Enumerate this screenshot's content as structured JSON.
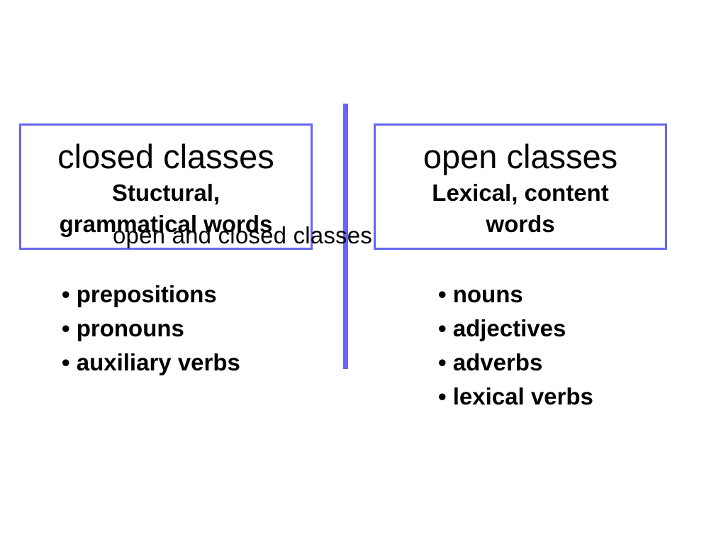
{
  "slide": {
    "title": "open and closed classes",
    "accent_color": "#6666f0"
  },
  "closed_box": {
    "heading": "closed classes",
    "subtitle_line1": "Stuctural,",
    "subtitle_line2": "grammatical words"
  },
  "open_box": {
    "heading": "open classes",
    "subtitle_line1": "Lexical, content",
    "subtitle_line2": "words"
  },
  "closed_list": {
    "bullet": "•",
    "items": [
      "prepositions",
      "pronouns",
      "auxiliary verbs"
    ]
  },
  "open_list": {
    "bullet": "•",
    "items": [
      "nouns",
      "adjectives",
      "adverbs",
      "lexical verbs"
    ]
  }
}
